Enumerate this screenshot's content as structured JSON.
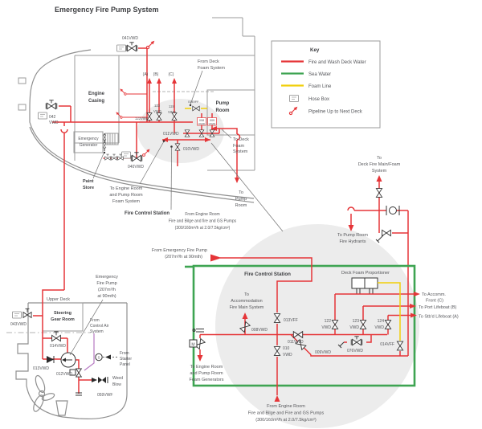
{
  "title": "Emergency Fire Pump System",
  "colors": {
    "fire_and_wash_deck_water": "#e53538",
    "sea_water": "#3ea452",
    "foam_line": "#f1cf0a",
    "control_air": "#b678c2",
    "structure": "#9b9b9b",
    "magnifier_highlight": "#ececec"
  },
  "key": {
    "title": "Key",
    "items": [
      {
        "label": "Fire and Wash Deck Water",
        "symbol": "red-line"
      },
      {
        "label": "Sea Water",
        "symbol": "green-line"
      },
      {
        "label": "Foam Line",
        "symbol": "yellow-line"
      },
      {
        "label": "Hose Box",
        "symbol": "hose-box-icon"
      },
      {
        "label": "Pipeline Up to Next Deck",
        "symbol": "pipeline-up-icon"
      }
    ]
  },
  "rooms": {
    "engine_casing": [
      "Engine",
      "Casing"
    ],
    "pump_room": [
      "Pump",
      "Room"
    ],
    "emergency_generator": [
      "Emergency",
      "Generator"
    ],
    "paint_store": [
      "Paint",
      "Store"
    ],
    "upper_deck": "Upper Deck",
    "steering_gear_room": [
      "Steering",
      "Gear Room"
    ]
  },
  "risers": {
    "a": "(A)",
    "b": "(B)",
    "c": "(C)"
  },
  "ov_valves": {
    "v041": "041VWD",
    "v042": [
      "042",
      "VWD"
    ],
    "v040": "040VWD",
    "v043": "043VWD",
    "v014": "014VWD",
    "v013": "013VWD",
    "v012": "012VWD",
    "v059": "059VWF",
    "v122": "122VWD",
    "v123": [
      "123",
      "VWD"
    ],
    "v124": [
      "124",
      "VWD"
    ],
    "v008": [
      "008",
      "VWD"
    ],
    "v009": [
      "009",
      "VWD"
    ],
    "v011": "011VWD",
    "v010": "010VWD",
    "v014vff": "014VFF"
  },
  "ov_notes": {
    "from_deck_foam": [
      "From Deck",
      "Foam System"
    ],
    "to_deck_foam": [
      "To Deck",
      "Foam",
      "System"
    ],
    "to_pump_room": [
      "To",
      "Pump",
      "Room"
    ],
    "to_er_foam": [
      "To Engine Room",
      "and Pump Room",
      "Foam System"
    ],
    "fire_control_station": "Fire Control Station",
    "from_er": [
      "From Engine Room",
      "Fire and Bilge and fire and GS Pumps",
      "(300/160m³/h at 2.0/7.5kg/cm²)"
    ],
    "from_efp": [
      "From Emergency Fire Pump",
      "(207m³/h at 90mth)"
    ],
    "efp": [
      "Emergency",
      "Fire Pump",
      "(207m³/h",
      "at 90mth)"
    ],
    "control_air": [
      "From",
      "Control Air",
      "System"
    ],
    "starter": [
      "From",
      "Starter",
      "Panel"
    ],
    "starter_symbol": "S",
    "weed_blow": [
      "Weed",
      "Blow"
    ],
    "to_deck_main": [
      "To",
      "Deck Fire Main/Foam",
      "System"
    ],
    "to_hydrants": [
      "To Pump Room",
      "Fire Hydrants"
    ]
  },
  "fcs": {
    "title": "Fire Control Station",
    "proportioner": "Deck Foam Proportioner",
    "to_accommodation": [
      "To",
      "Accommodation",
      "Fire Main System"
    ],
    "to_foam_generators": [
      "To Engine Room",
      "and Pump Room",
      "Foam Generators"
    ],
    "from_er": [
      "From Engine Room",
      "Fire and Bilge and Fire and GS Pumps",
      "(300/160m³/h at 2.0/7.5kg/cm²)"
    ],
    "out_c": [
      "To Accomm.",
      "Front (C)"
    ],
    "out_b": "To Port Lifeboat (B)",
    "out_a": "To Stb'd Lifeboat (A)",
    "motor_symbol": "M",
    "valves": {
      "v013vff": "013VFF",
      "v008": "008VWD",
      "v011": "011VWD",
      "v010": [
        "010",
        "VWD"
      ],
      "v009": "009VWD",
      "v122": [
        "122",
        "VWD"
      ],
      "v123": [
        "123",
        "VWD"
      ],
      "v124": [
        "124",
        "VWD"
      ],
      "v076": "076VWD",
      "v014vff": "014VFF"
    }
  }
}
